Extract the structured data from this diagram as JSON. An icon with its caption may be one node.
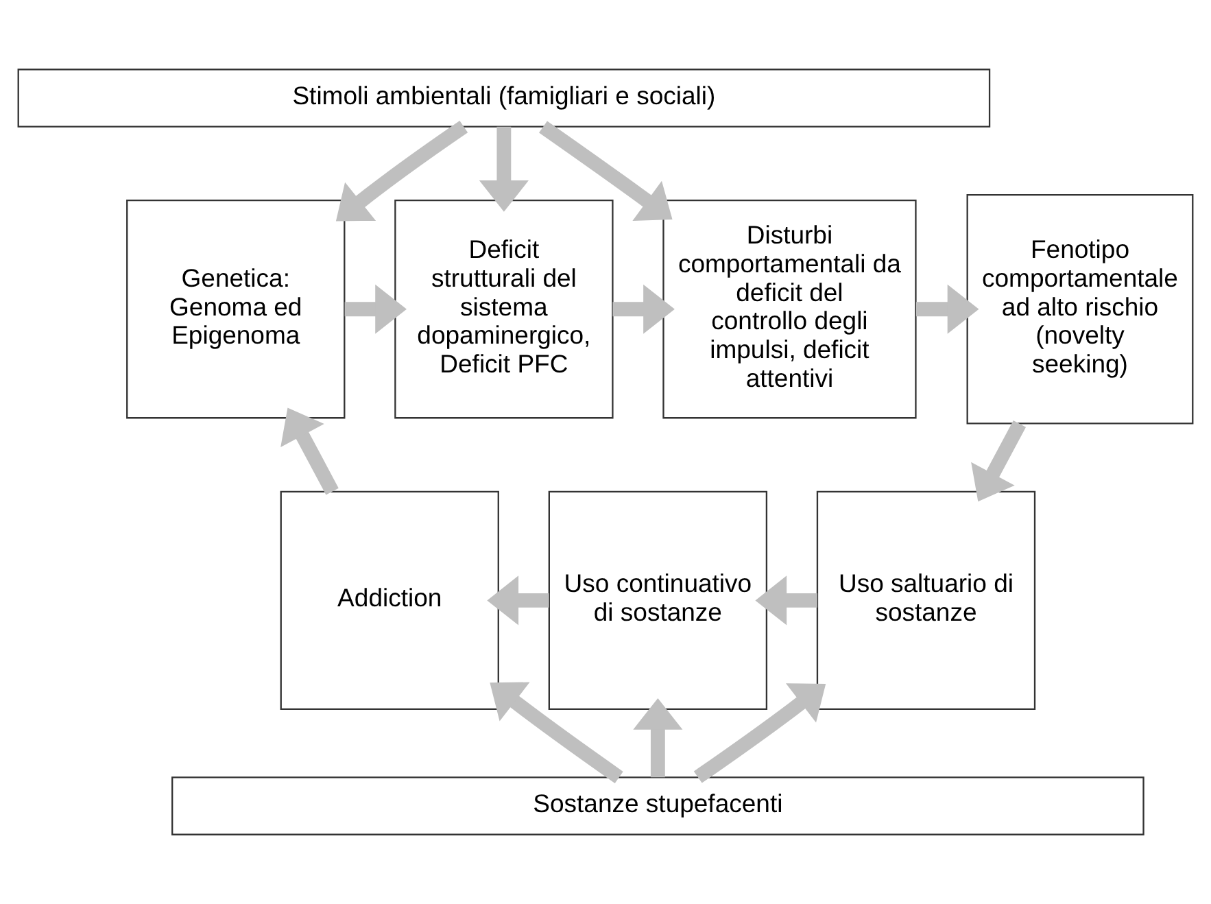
{
  "diagram": {
    "nodes": [
      {
        "text": [
          "Stimoli ambientali (famigliari e sociali)"
        ]
      },
      {
        "text": [
          "Genetica: Genoma ed Epigenoma"
        ]
      },
      {
        "text": [
          "Deficit strutturali del sistema dopaminergico, Deficit PFC"
        ]
      },
      {
        "text": [
          "Disturbi comportamentali da deficit del controllo degli impulsi, deficit attentivi"
        ]
      },
      {
        "text": [
          "Fenotipo comportamentale ad alto rischio (novelty seeking)"
        ]
      },
      {
        "text": [
          "Addiction"
        ]
      },
      {
        "text": [
          "Uso continuativo di sostanze"
        ]
      },
      {
        "text": [
          "Uso saltuario di sostanze"
        ]
      },
      {
        "text": [
          "Sostanze stupefacenti"
        ]
      }
    ],
    "edges": [
      {
        "from": 0,
        "to": 1,
        "arrow": "to"
      },
      {
        "from": 0,
        "to": 2,
        "arrow": "to"
      },
      {
        "from": 0,
        "to": 3,
        "arrow": "to"
      },
      {
        "from": 1,
        "to": 2,
        "arrow": "to"
      },
      {
        "from": 2,
        "to": 3,
        "arrow": "to"
      },
      {
        "from": 3,
        "to": 4,
        "arrow": "to"
      },
      {
        "from": 4,
        "to": 7,
        "arrow": "to"
      },
      {
        "from": 7,
        "to": 6,
        "arrow": "to"
      },
      {
        "from": 6,
        "to": 5,
        "arrow": "to"
      },
      {
        "from": 5,
        "to": 1,
        "arrow": "to"
      },
      {
        "from": 8,
        "to": 5,
        "arrow": "to"
      },
      {
        "from": 8,
        "to": 6,
        "arrow": "to"
      },
      {
        "from": 8,
        "to": 7,
        "arrow": "to"
      }
    ]
  }
}
